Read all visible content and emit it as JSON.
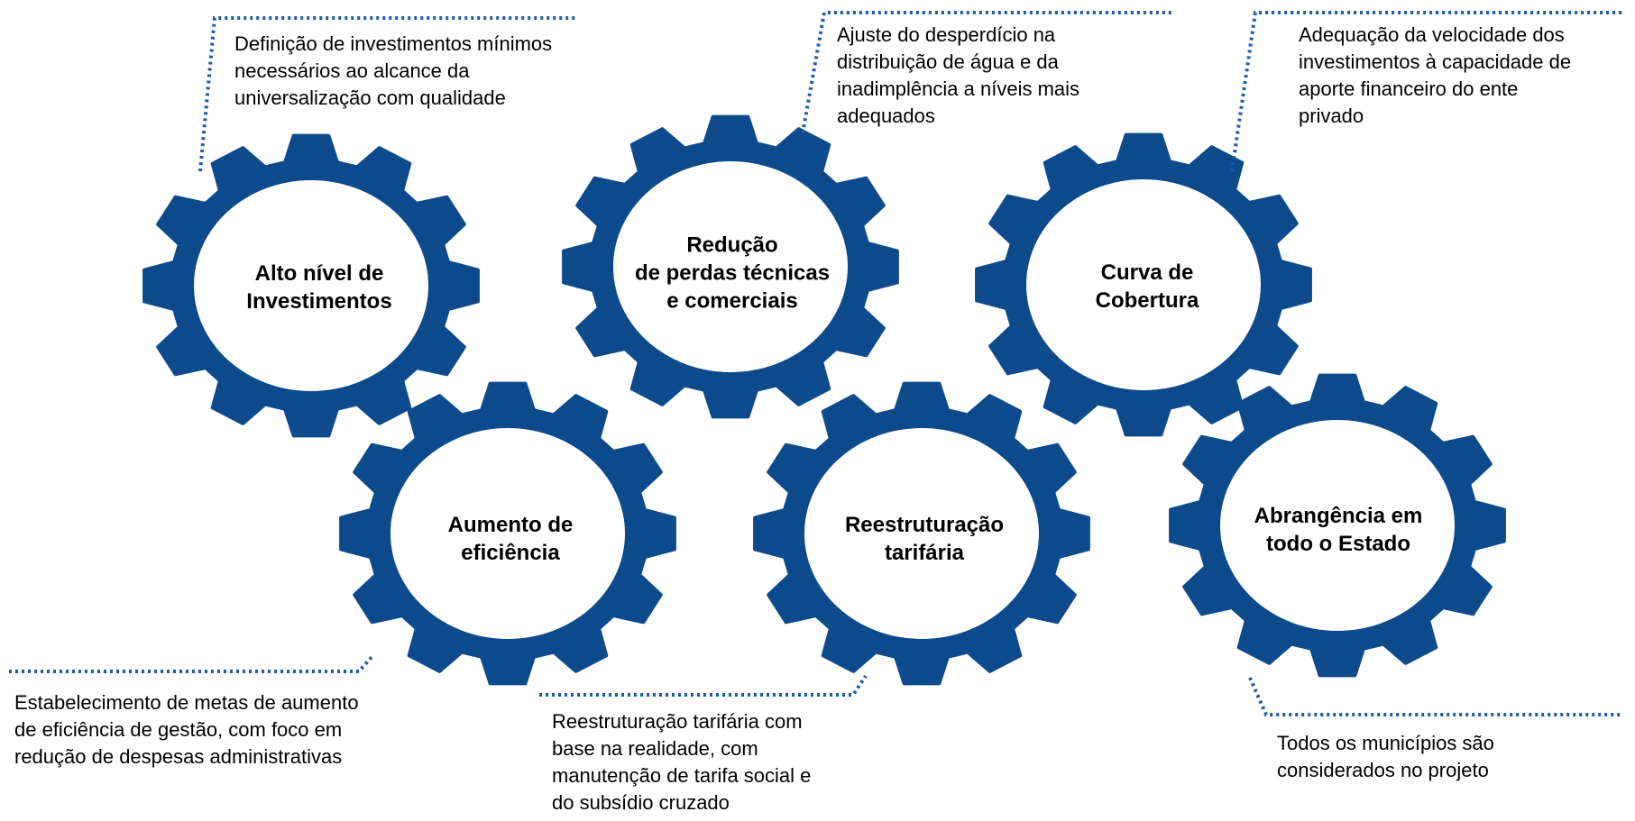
{
  "colors": {
    "gear_fill": "#0c4a8c",
    "gear_center": "#ffffff",
    "leader_line": "#1f5ba8",
    "text": "#000000"
  },
  "gears": [
    {
      "id": "alto-nivel-investimentos",
      "label": "Alto nível de\nInvestimentos",
      "row": "top"
    },
    {
      "id": "reducao-perdas",
      "label": "Redução\nde perdas técnicas\ne comerciais",
      "row": "top"
    },
    {
      "id": "curva-cobertura",
      "label": "Curva de\nCobertura",
      "row": "top"
    },
    {
      "id": "aumento-eficiencia",
      "label": "Aumento de\neficiência",
      "row": "bottom"
    },
    {
      "id": "reestruturacao-tarifaria",
      "label": "Reestruturação\ntarifária",
      "row": "bottom"
    },
    {
      "id": "abrangencia-estado",
      "label": "Abrangência em\ntodo o Estado",
      "row": "bottom"
    }
  ],
  "notes": [
    {
      "gear": "alto-nivel-investimentos",
      "text": "Definição de investimentos mínimos\nnecessários ao alcance da\nuniversalização com qualidade"
    },
    {
      "gear": "reducao-perdas",
      "text": "Ajuste do desperdício na\ndistribuição de água e da\ninadimplência a níveis mais\nadequados"
    },
    {
      "gear": "curva-cobertura",
      "text": "Adequação da velocidade dos\ninvestimentos à capacidade de\naporte financeiro do ente\nprivado"
    },
    {
      "gear": "aumento-eficiencia",
      "text": "Estabelecimento de metas de aumento\nde eficiência de gestão, com foco em\nredução de despesas administrativas"
    },
    {
      "gear": "reestruturacao-tarifaria",
      "text": "Reestruturação tarifária com\nbase na realidade, com\nmanutenção de tarifa social e\ndo subsídio cruzado"
    },
    {
      "gear": "abrangencia-estado",
      "text": "Todos os municípios são\nconsiderados no projeto"
    }
  ]
}
